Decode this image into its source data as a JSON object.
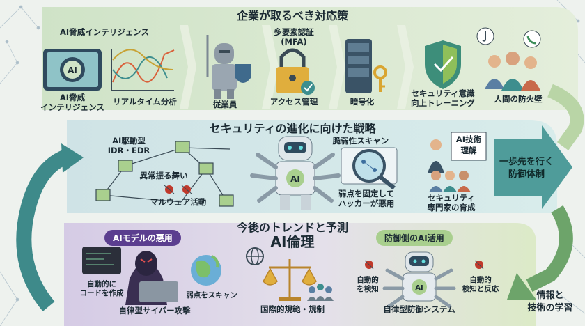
{
  "colors": {
    "top_band": "#cfe3c7",
    "middle_band": "#cfe3e6",
    "bottom_left": "#d9d0e6",
    "bottom_right": "#dceac7",
    "accent_teal": "#2e8b8f",
    "accent_purple": "#5b3e8f"
  },
  "top": {
    "title": "企業が取るべき対応策",
    "threat_intel_heading": "AI脅威インテリジェンス",
    "threat_intel_label_1": "AI脅威",
    "threat_intel_label_2": "インテリジェンス",
    "realtime_label": "リアルタイム分析",
    "employee_label": "従業員",
    "mfa_heading_1": "多要素認証",
    "mfa_heading_2": "(MFA)",
    "access_label": "アクセス管理",
    "encryption_label": "暗号化",
    "training_label_1": "セキュリティ意識",
    "training_label_2": "向上トレーニング",
    "human_firewall_label": "人間の防火壁"
  },
  "middle": {
    "title": "セキュリティの進化に向けた戦略",
    "idr_label_1": "AI駆動型",
    "idr_label_2": "IDR・EDR",
    "anomaly_label": "異常振る舞い",
    "malware_label": "マルウェア活動",
    "robot_badge": "AI",
    "vuln_heading": "脆弱性スキャン",
    "vuln_label_1": "弱点を固定して",
    "vuln_label_2": "ハッカーが悪用",
    "board_text_1": "AI技術",
    "board_text_2": "理解",
    "experts_label_1": "セキュリティ",
    "experts_label_2": "専門家の育成",
    "arrow_text_1": "一歩先を行く",
    "arrow_text_2": "防御体制"
  },
  "bottom": {
    "title": "今後のトレンドと予測",
    "ethics_title": "AI倫理",
    "misuse_pill": "AIモデルの悪用",
    "auto_code_1": "自動的に",
    "auto_code_2": "コードを作成",
    "scan_label": "弱点をスキャン",
    "autonomous_attack": "自律型サイバー攻撃",
    "regulation_label": "国際的規範・規制",
    "defense_pill": "防御側のAI活用",
    "detect_1": "自動的",
    "detect_2": "を検知",
    "respond_1": "自動的",
    "respond_2": "検知と反応",
    "robot_badge": "AI",
    "autonomous_defense": "自律型防御システム",
    "learning_1": "情報と",
    "learning_2": "技術の学習"
  }
}
